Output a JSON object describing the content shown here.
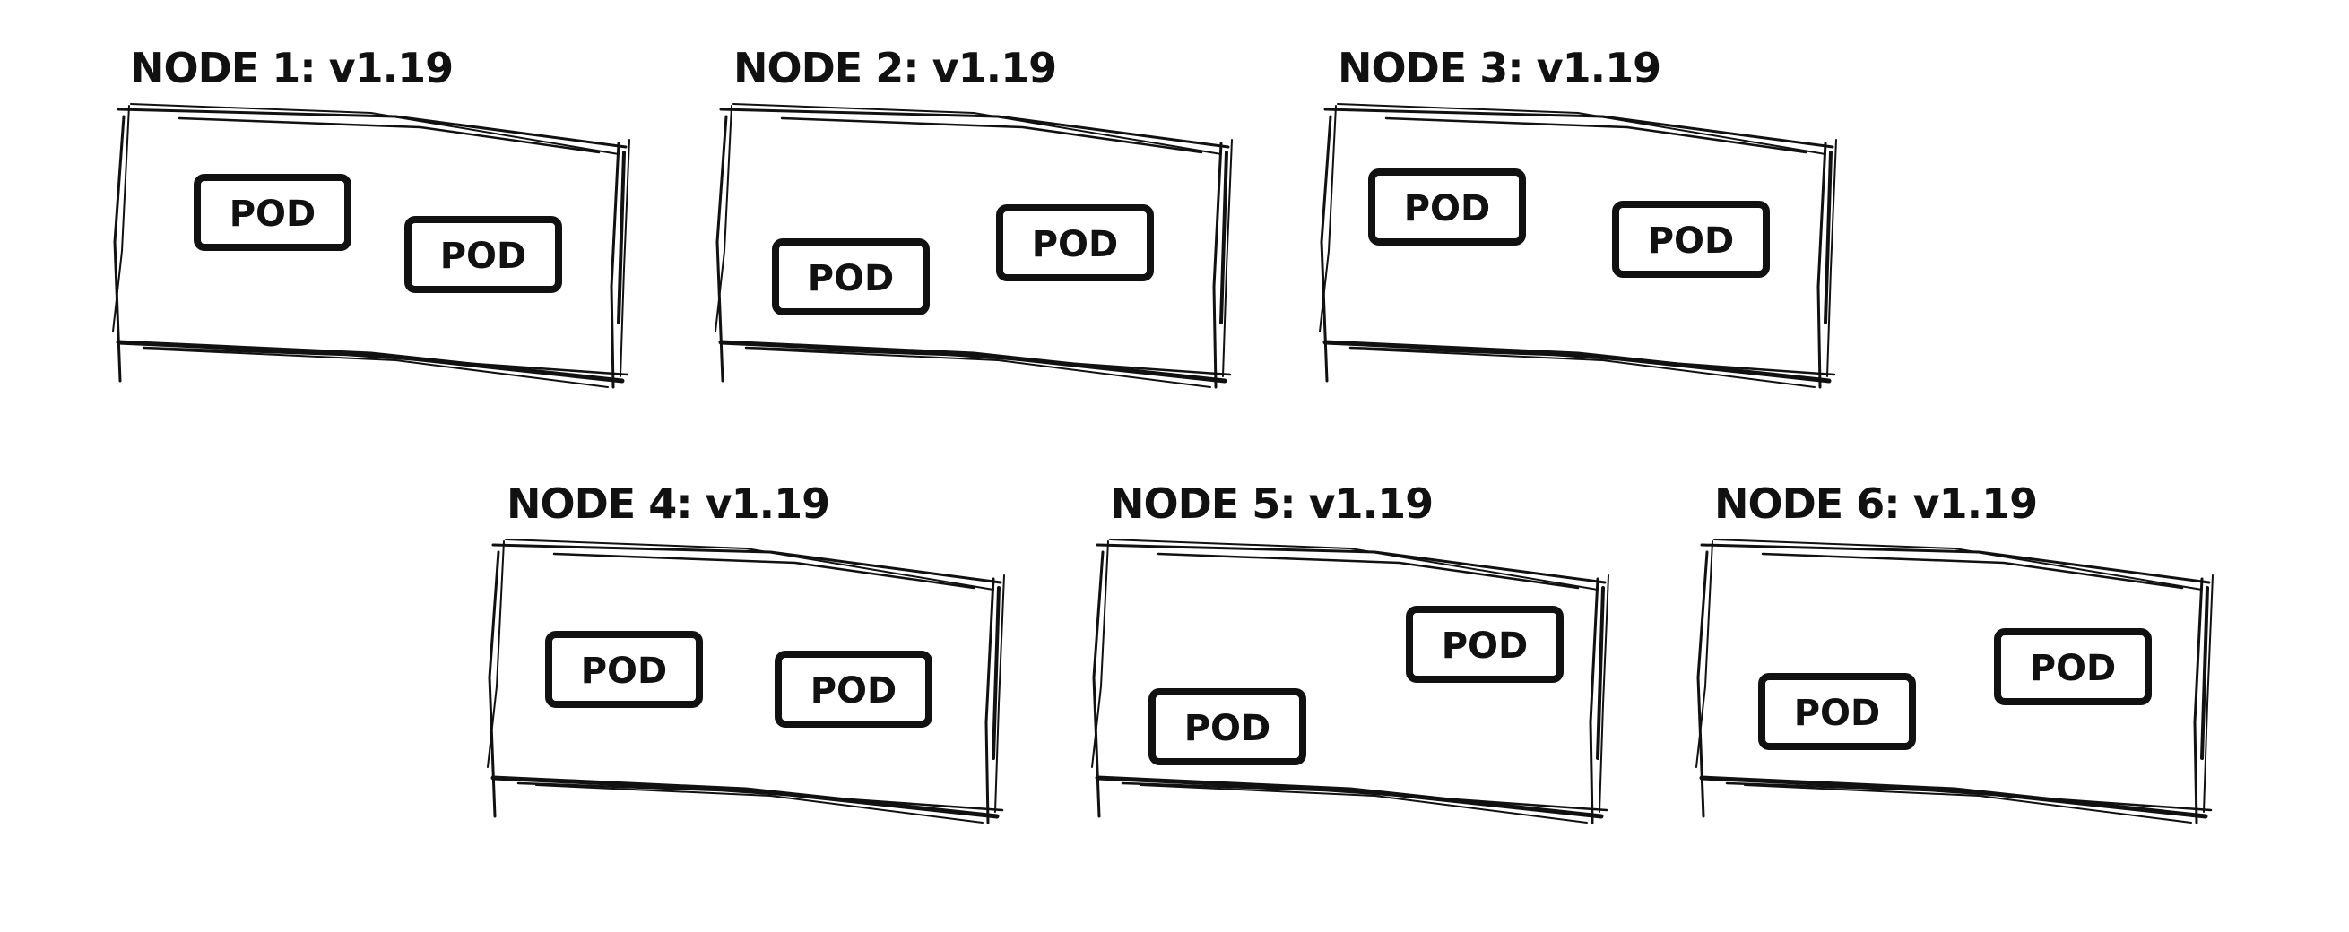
{
  "canvas": {
    "background": "#ffffff",
    "ink": "#111111"
  },
  "nodes": [
    {
      "title": "NODE 1: v1.19",
      "pods": [
        {
          "label": "POD"
        },
        {
          "label": "POD"
        }
      ]
    },
    {
      "title": "NODE 2: v1.19",
      "pods": [
        {
          "label": "POD"
        },
        {
          "label": "POD"
        }
      ]
    },
    {
      "title": "NODE 3: v1.19",
      "pods": [
        {
          "label": "POD"
        },
        {
          "label": "POD"
        }
      ]
    },
    {
      "title": "NODE 4: v1.19",
      "pods": [
        {
          "label": "POD"
        },
        {
          "label": "POD"
        }
      ]
    },
    {
      "title": "NODE 5: v1.19",
      "pods": [
        {
          "label": "POD"
        },
        {
          "label": "POD"
        }
      ]
    },
    {
      "title": "NODE 6: v1.19",
      "pods": [
        {
          "label": "POD"
        },
        {
          "label": "POD"
        }
      ]
    }
  ]
}
